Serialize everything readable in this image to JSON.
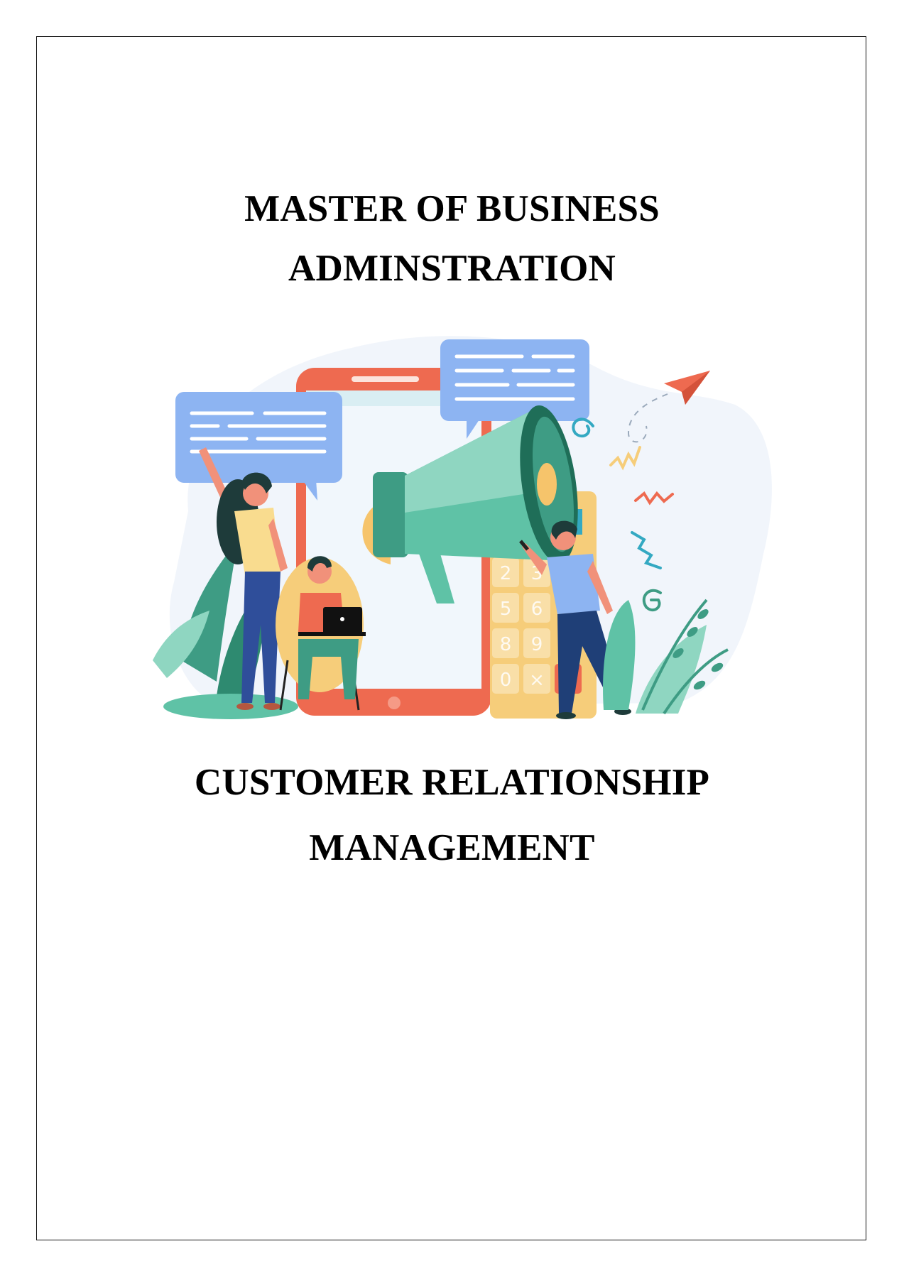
{
  "document": {
    "degree_title": {
      "line1": "MASTER OF BUSINESS",
      "line2": "ADMINSTRATION"
    },
    "subject_title": {
      "line1": "CUSTOMER RELATIONSHIP",
      "line2": "MANAGEMENT"
    },
    "illustration": {
      "description": "Marketing illustration: megaphone in front of a smartphone and calculator, two speech bubbles, three people (waving woman, seated man with laptop, standing man with phone), plants, paper plane and squiggles",
      "calculator_keys": [
        "2",
        "3",
        "5",
        "6",
        "8",
        "9",
        "0",
        "×"
      ]
    },
    "colors": {
      "border": "#111111",
      "text": "#000000",
      "phone_red": "#EE6A50",
      "bubble_blue": "#8DB4F2",
      "megaphone_green": "#3E9C84",
      "megaphone_dark": "#1F6E58",
      "calculator_yellow": "#F6CD7A",
      "screen_teal": "#34A9C2"
    }
  }
}
